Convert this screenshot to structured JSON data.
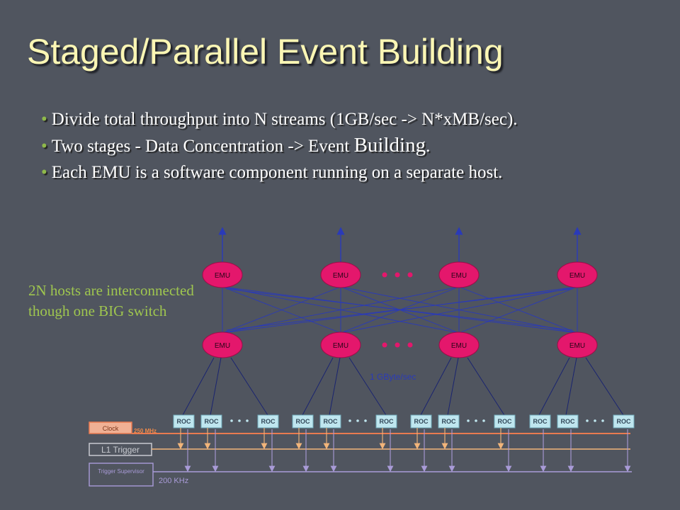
{
  "title": "Staged/Parallel Event Building",
  "bullets": [
    {
      "text": "Divide total throughput into N streams (1GB/sec -> N*xMB/sec).",
      "big": ""
    },
    {
      "text": "Two stages - Data Concentration -> Event ",
      "big": "Building",
      "tail": "."
    },
    {
      "text": "Each EMU is a software component running on a separate host.",
      "big": ""
    }
  ],
  "note": "2N hosts are interconnected though one BIG switch",
  "diagram": {
    "top_emus": [
      "EMU",
      "EMU",
      "EMU",
      "EMU"
    ],
    "bottom_emus": [
      "EMU",
      "EMU",
      "EMU",
      "EMU"
    ],
    "roc_label": "ROC",
    "bandwidth_label": "1 GByte/sec",
    "clock_label": "Clock",
    "clock_freq": "250 MHz",
    "l1_trigger": "L1 Trigger",
    "trigger_supervisor": "Trigger Supervisor",
    "trigger_rate": "200 KHz",
    "ellipsis": "• • •"
  },
  "colors": {
    "background": "#50555f",
    "title": "#fbf6b4",
    "emu": "#e4176c",
    "roc": "#bfe6ef",
    "note": "#9fc64f",
    "clock": "#e97a50",
    "trigger_bus": "#f2b57a",
    "network": "#2a3ab8"
  }
}
